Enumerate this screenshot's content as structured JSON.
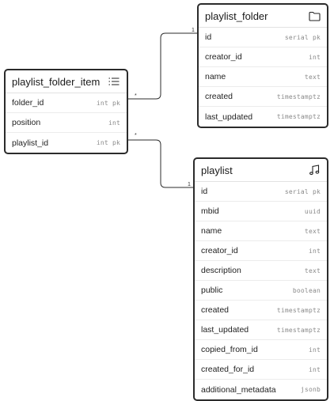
{
  "tables": {
    "playlist_folder": {
      "title": "playlist_folder",
      "icon": "folder-icon",
      "fields": [
        {
          "name": "id",
          "type": "serial pk"
        },
        {
          "name": "creator_id",
          "type": "int"
        },
        {
          "name": "name",
          "type": "text"
        },
        {
          "name": "created",
          "type": "timestamptz"
        },
        {
          "name": "last_updated",
          "type": "timestamptz"
        }
      ]
    },
    "playlist_folder_item": {
      "title": "playlist_folder_item",
      "icon": "list-icon",
      "fields": [
        {
          "name": "folder_id",
          "type": "int pk"
        },
        {
          "name": "position",
          "type": "int"
        },
        {
          "name": "playlist_id",
          "type": "int pk"
        }
      ]
    },
    "playlist": {
      "title": "playlist",
      "icon": "music-note-icon",
      "fields": [
        {
          "name": "id",
          "type": "serial pk"
        },
        {
          "name": "mbid",
          "type": "uuid"
        },
        {
          "name": "name",
          "type": "text"
        },
        {
          "name": "creator_id",
          "type": "int"
        },
        {
          "name": "description",
          "type": "text"
        },
        {
          "name": "public",
          "type": "boolean"
        },
        {
          "name": "created",
          "type": "timestamptz"
        },
        {
          "name": "last_updated",
          "type": "timestamptz"
        },
        {
          "name": "copied_from_id",
          "type": "int"
        },
        {
          "name": "created_for_id",
          "type": "int"
        },
        {
          "name": "additional_metadata",
          "type": "jsonb"
        }
      ]
    }
  },
  "relations": [
    {
      "from": "playlist_folder_item.folder_id",
      "to": "playlist_folder.id",
      "from_card": "*",
      "to_card": "1"
    },
    {
      "from": "playlist_folder_item.playlist_id",
      "to": "playlist.id",
      "from_card": "*",
      "to_card": "1"
    }
  ]
}
